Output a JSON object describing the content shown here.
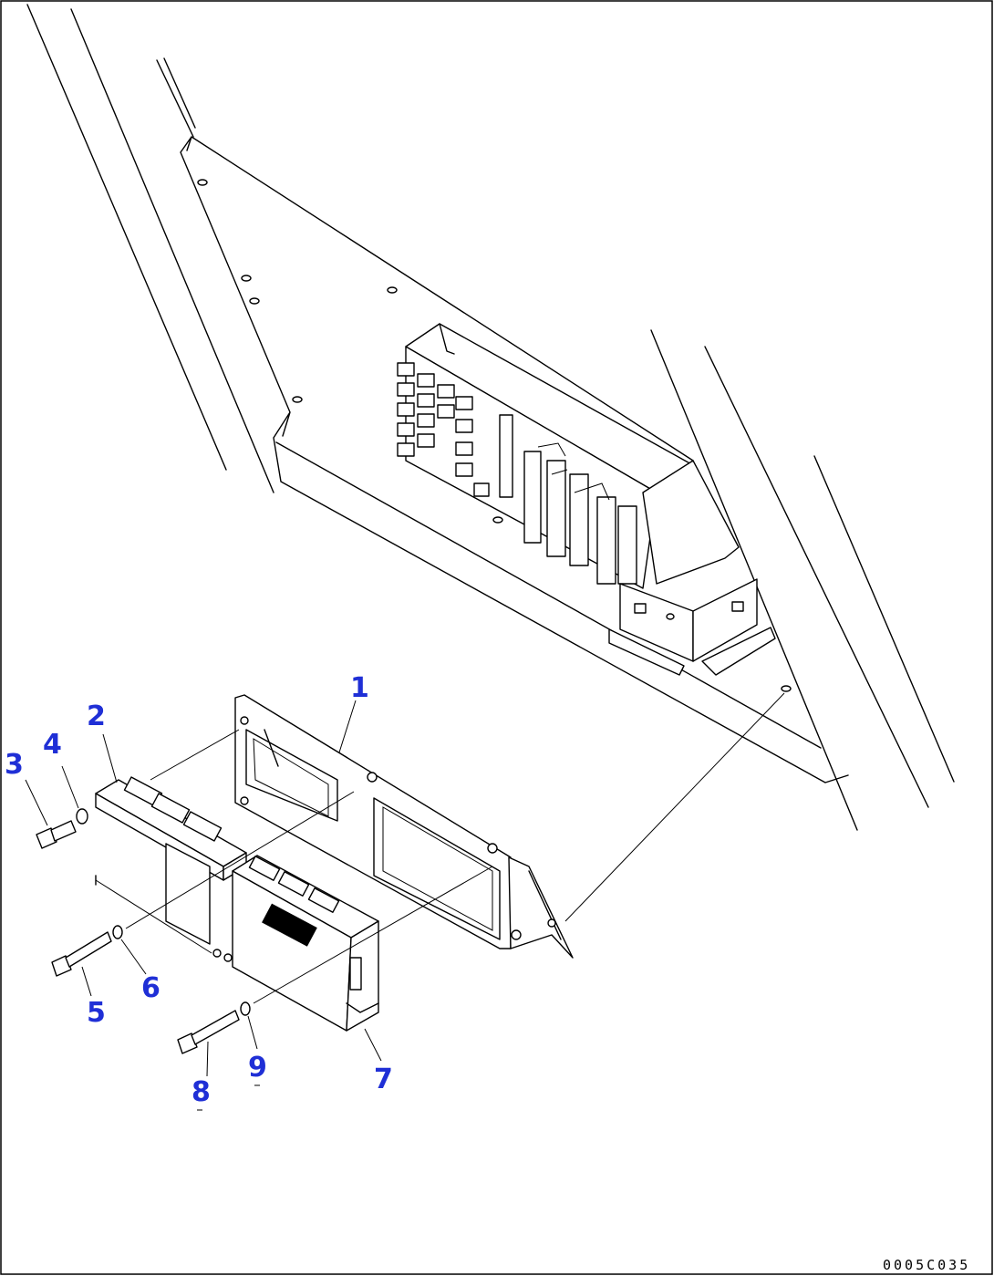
{
  "callouts": [
    {
      "id": "1",
      "label": "1"
    },
    {
      "id": "2",
      "label": "2"
    },
    {
      "id": "3",
      "label": "3"
    },
    {
      "id": "4",
      "label": "4"
    },
    {
      "id": "5",
      "label": "5"
    },
    {
      "id": "6",
      "label": "6"
    },
    {
      "id": "7",
      "label": "7"
    },
    {
      "id": "8",
      "label": "8"
    },
    {
      "id": "9",
      "label": "9"
    }
  ],
  "drawing_code": "0005C035",
  "colors": {
    "callout": "#1f2fd6",
    "line": "#000000",
    "background": "#ffffff"
  }
}
